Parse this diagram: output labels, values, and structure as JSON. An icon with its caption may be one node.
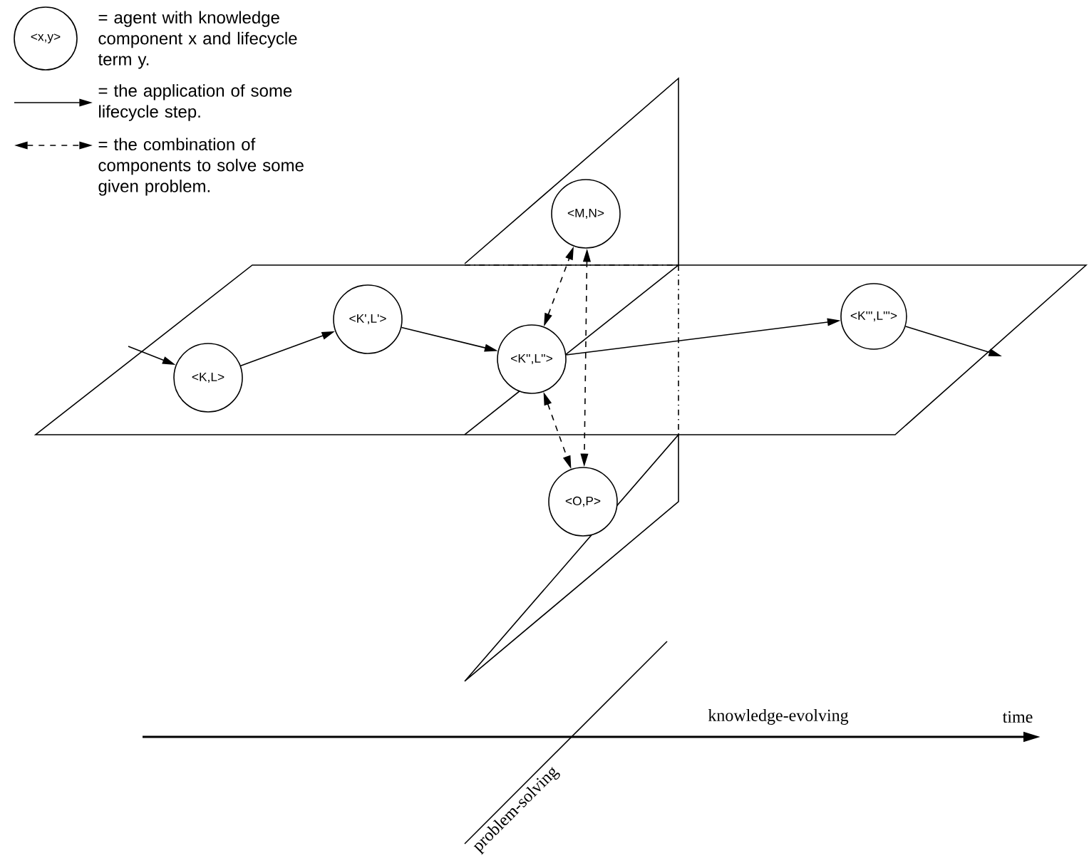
{
  "diagram": {
    "nodes": [
      {
        "text": [
          "<x,y>"
        ]
      },
      {
        "text": [
          "<K,L>"
        ]
      },
      {
        "text": [
          "<K',L'>"
        ]
      },
      {
        "text": [
          "<K'',L''>"
        ]
      },
      {
        "text": [
          "<M,N>"
        ]
      },
      {
        "text": [
          "<O,P>"
        ]
      },
      {
        "text": [
          "<K''',L'''>"
        ]
      }
    ],
    "edges": [
      {
        "from": null,
        "to": 1,
        "arrow": "to"
      },
      {
        "from": 1,
        "to": 2,
        "arrow": "to"
      },
      {
        "from": 2,
        "to": 3,
        "arrow": "to"
      },
      {
        "from": 3,
        "to": 6,
        "arrow": "to"
      },
      {
        "from": 6,
        "to": null,
        "arrow": "to"
      },
      {
        "from": 3,
        "to": 4,
        "arrow": "both",
        "style": "dashed"
      },
      {
        "from": 4,
        "to": 5,
        "arrow": "both",
        "style": "dashed"
      },
      {
        "from": 3,
        "to": 5,
        "arrow": "both",
        "style": "dashed"
      }
    ],
    "labels": [
      "knowledge-evolving",
      "time",
      "problem-solving"
    ],
    "legend": [
      {
        "text": "= agent with knowledge component x and lifecycle term y."
      },
      {
        "text": "= the application of some lifecycle step."
      },
      {
        "text": "= the combination of components to solve some given problem."
      }
    ]
  }
}
